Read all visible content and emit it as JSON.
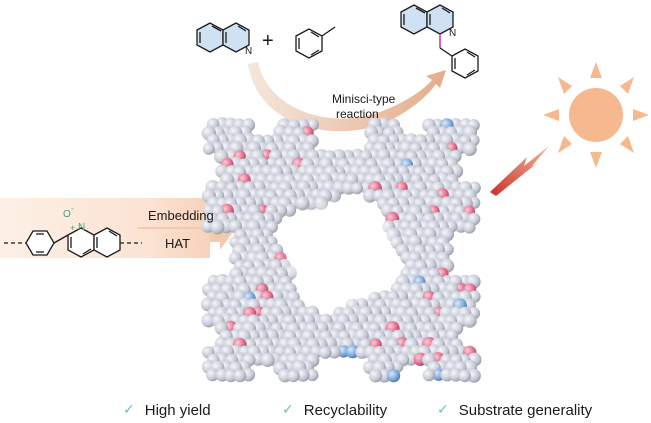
{
  "reaction": {
    "plus": "+",
    "arrow_label_line1": "Minisci-type",
    "arrow_label_line2": "reaction"
  },
  "embedding": {
    "top_label": "Embedding",
    "bottom_label": "HAT",
    "n_atom": "N",
    "o_atom": "O",
    "plus_charge": "+",
    "minus_charge": "-"
  },
  "molecule_atoms": {
    "isoquinoline_n": "N",
    "product_n": "N"
  },
  "features": [
    {
      "label": "High yield"
    },
    {
      "label": "Recyclability"
    },
    {
      "label": "Substrate generality"
    }
  ],
  "check_glyph": "✓",
  "colors": {
    "bond": "#1a1a1a",
    "aromatic_fill": "#cfe1f3",
    "arrow_gradient_start": "#f4e7dc",
    "arrow_gradient_end": "#e7b79a",
    "embed_band": "#fbe5d6",
    "sun": "#f6b98f",
    "bolt": "#d94a3a",
    "carbon_sphere": "#c9cbd6",
    "oxygen_sphere": "#e07a93",
    "nitrogen_sphere": "#7fa9d9",
    "check": "#6fb8c6",
    "new_bond": "#c040c0"
  }
}
